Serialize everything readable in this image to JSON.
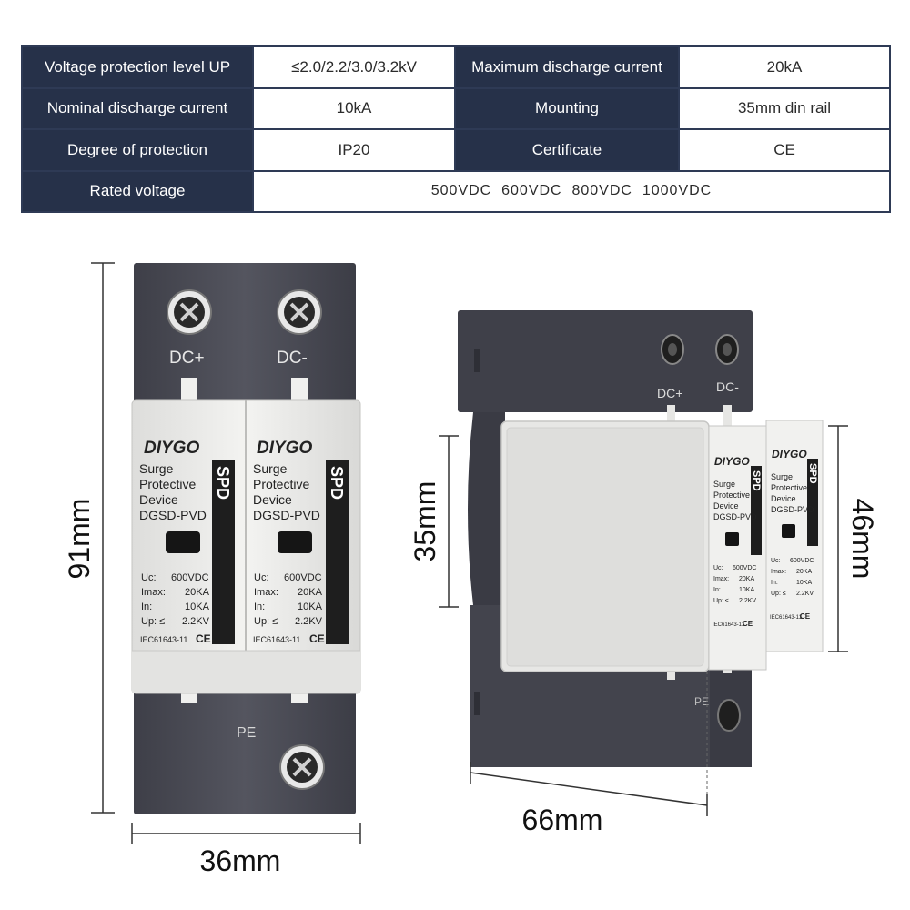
{
  "specs": {
    "row1": {
      "k1": "Voltage protection level UP",
      "v1": "≤2.0/2.2/3.0/3.2kV",
      "k2": "Maximum discharge current",
      "v2": "20kA"
    },
    "row2": {
      "k1": "Nominal discharge current",
      "v1": "10kA",
      "k2": "Mounting",
      "v2": "35mm din rail"
    },
    "row3": {
      "k1": "Degree of protection",
      "v1": "IP20",
      "k2": "Certificate",
      "v2": "CE"
    },
    "row4": {
      "k1": "Rated voltage",
      "v1": "500VDC  600VDC  800VDC  1000VDC"
    }
  },
  "front": {
    "terminal_plus": "DC+",
    "terminal_minus": "DC-",
    "brand": "DIYGO",
    "line1": "Surge",
    "line2": "Protective",
    "line3": "Device",
    "model": "DGSD-PVD",
    "tag": "SPD",
    "uc_label": "Uc:",
    "uc_value": "600VDC",
    "imax_label": "Imax:",
    "imax_value": "20KA",
    "in_label": "In:",
    "in_value": "10KA",
    "up_label": "Up: ≤",
    "up_value": "2.2KV",
    "standard": "IEC61643-11",
    "ce": "CE",
    "pe": "PE"
  },
  "dimensions": {
    "height": "91mm",
    "width": "36mm",
    "depth": "66mm",
    "rail": "35mm",
    "front_height": "46mm"
  },
  "colors": {
    "table_header": "#263149",
    "housing": "#4a4b55",
    "module": "#ececea"
  }
}
